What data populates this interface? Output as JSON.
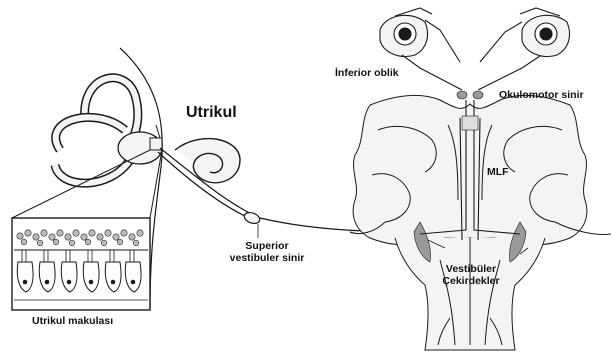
{
  "labels": {
    "utrikul": "Utrikul",
    "inferior_oblik": "İnferior oblik",
    "okulomotor_sinir": "Okulomotor sinir",
    "mlf": "MLF",
    "superior_vestibuler_line1": "Superior",
    "superior_vestibuler_line2": "vestibuler sinir",
    "vestibuler_line1": "Vestibüler",
    "vestibuler_line2": "Çekirdekler",
    "utrikul_makulasi": "Utrikul makulası"
  },
  "colors": {
    "line": "#1a1a1a",
    "tissue_fill": "#f4f4f4",
    "shade": "#9a9a9a",
    "background": "#ffffff"
  }
}
